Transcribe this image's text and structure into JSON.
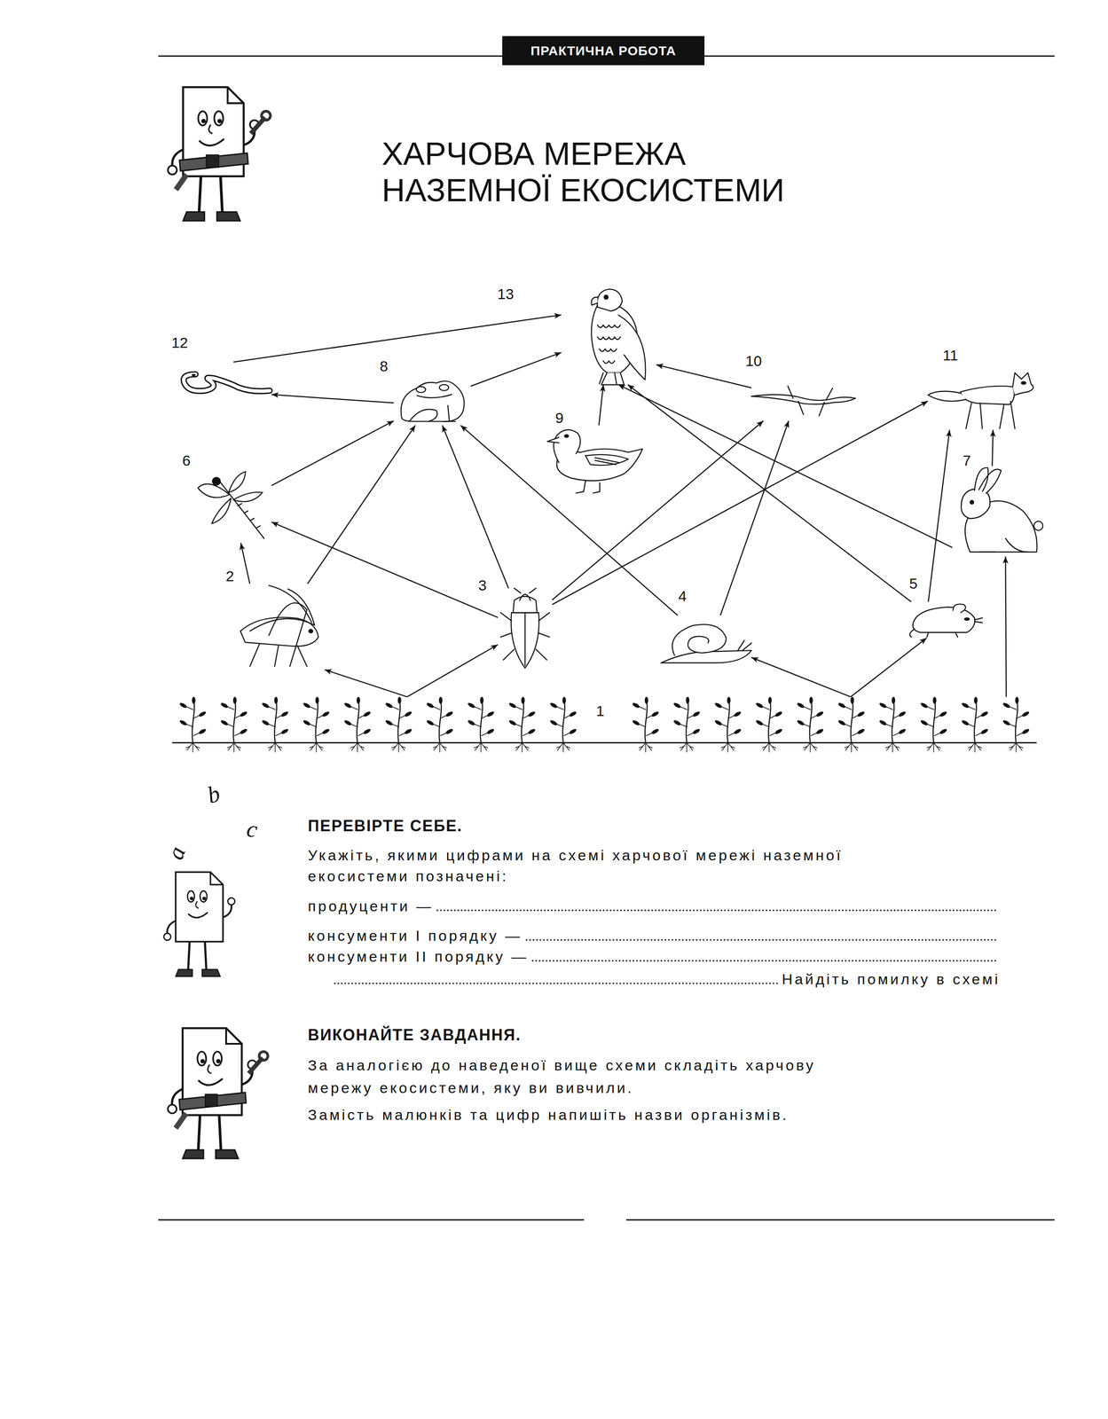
{
  "diagram": {
    "title": "ХАРЧОВА МЕРЕЖА НАЗЕМНОЇ ЕКОСИСТЕМИ",
    "nodes": [
      {
        "text": [
          "ПРАКТИЧНА РОБОТА"
        ]
      },
      {
        "text": [
          "1"
        ]
      },
      {
        "text": [
          "2"
        ]
      },
      {
        "text": [
          "3"
        ]
      },
      {
        "text": [
          "4"
        ]
      },
      {
        "text": [
          "5"
        ]
      },
      {
        "text": [
          "6"
        ]
      },
      {
        "text": [
          "7"
        ]
      },
      {
        "text": [
          "8"
        ]
      },
      {
        "text": [
          "9"
        ]
      },
      {
        "text": [
          "10"
        ]
      },
      {
        "text": [
          "11"
        ]
      },
      {
        "text": [
          "12"
        ]
      },
      {
        "text": [
          "13"
        ]
      }
    ],
    "edges": [
      {
        "from": 1,
        "to": 2,
        "arrow": "to"
      },
      {
        "from": 1,
        "to": 3,
        "arrow": "to"
      },
      {
        "from": 1,
        "to": 4,
        "arrow": "to"
      },
      {
        "from": 1,
        "to": 5,
        "arrow": "to"
      },
      {
        "from": 1,
        "to": 7,
        "arrow": "to"
      },
      {
        "from": 2,
        "to": 6,
        "arrow": "to"
      },
      {
        "from": 2,
        "to": 8,
        "arrow": "to"
      },
      {
        "from": 3,
        "to": 6,
        "arrow": "to"
      },
      {
        "from": 3,
        "to": 8,
        "arrow": "to"
      },
      {
        "from": 3,
        "to": 10,
        "arrow": "to"
      },
      {
        "from": 3,
        "to": 11,
        "arrow": "to"
      },
      {
        "from": 4,
        "to": 8,
        "arrow": "to"
      },
      {
        "from": 4,
        "to": 10,
        "arrow": "to"
      },
      {
        "from": 5,
        "to": 11,
        "arrow": "to"
      },
      {
        "from": 5,
        "to": 13,
        "arrow": "to"
      },
      {
        "from": 6,
        "to": 8,
        "arrow": "to"
      },
      {
        "from": 7,
        "to": 11,
        "arrow": "to"
      },
      {
        "from": 7,
        "to": 13,
        "arrow": "to"
      },
      {
        "from": 8,
        "to": 12,
        "arrow": "to"
      },
      {
        "from": 8,
        "to": 13,
        "arrow": "to"
      },
      {
        "from": 9,
        "to": 13,
        "arrow": "to"
      },
      {
        "from": 10,
        "to": 13,
        "arrow": "to"
      },
      {
        "from": 12,
        "to": 13,
        "arrow": "to"
      }
    ],
    "labels": [
      "a",
      "b",
      "c",
      "ПЕРЕВІРТЕ СЕБЕ.",
      "Укажіть, якими цифрами на схемі харчової мережі наземної екосистеми позначені:",
      "продуценти —",
      "консументи І порядку —",
      "консументи ІІ порядку —",
      "Найдіть помилку в схемі",
      "ВИКОНАЙТЕ ЗАВДАННЯ.",
      "За аналогією до наведеної вище схеми складіть харчову мережу екосистеми, яку ви вивчили.",
      "Замість малюнків та цифр напишіть назви організмів."
    ]
  }
}
